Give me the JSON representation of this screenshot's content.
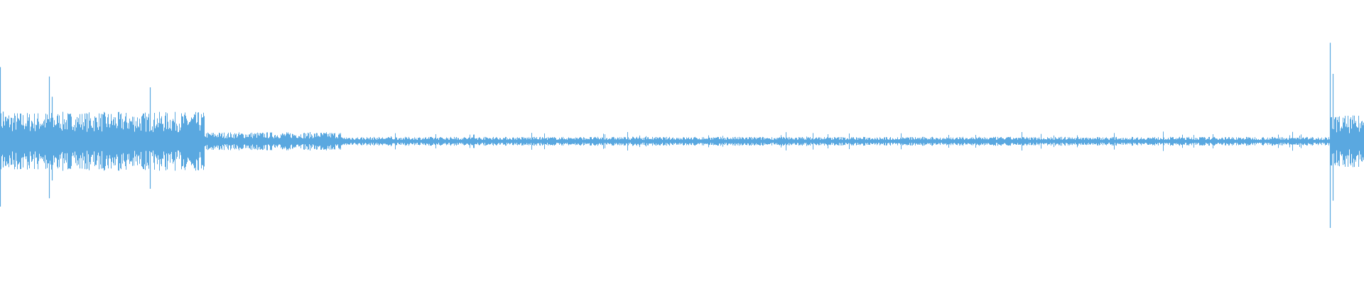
{
  "waveform": {
    "color": "#5aa8e0",
    "background": "#ffffff",
    "bursts": [
      {
        "at": 0.0,
        "amplitude": 0.55
      },
      {
        "at": 0.002,
        "amplitude": 0.22
      },
      {
        "at": 0.036,
        "amplitude": 0.48
      },
      {
        "at": 0.038,
        "amplitude": 0.33
      },
      {
        "at": 0.11,
        "amplitude": 0.4
      },
      {
        "at": 0.126,
        "amplitude": 0.15
      },
      {
        "at": 0.975,
        "amplitude": 0.73
      },
      {
        "at": 0.977,
        "amplitude": 0.5
      },
      {
        "at": 0.979,
        "amplitude": 0.18
      }
    ],
    "noise_floor": 0.012,
    "segments": [
      {
        "from": 0.0,
        "to": 0.15,
        "level": 0.08
      },
      {
        "from": 0.15,
        "to": 0.25,
        "level": 0.025
      },
      {
        "from": 0.25,
        "to": 0.975,
        "level": 0.012
      },
      {
        "from": 0.975,
        "to": 1.0,
        "level": 0.07
      }
    ]
  }
}
